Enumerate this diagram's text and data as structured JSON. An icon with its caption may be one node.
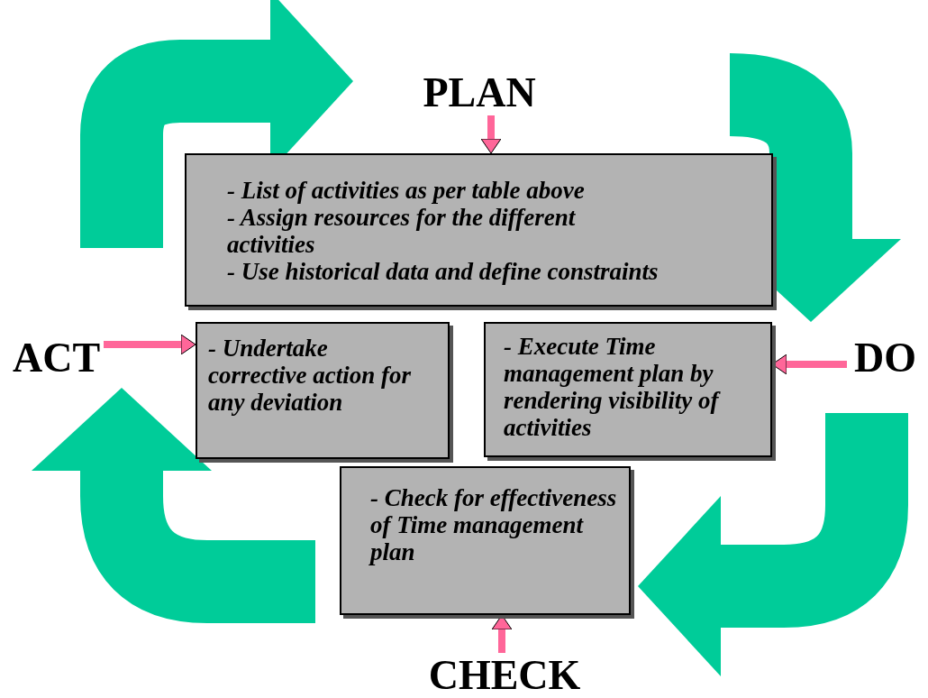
{
  "diagram": {
    "nodes": [
      {
        "text": [
          "PLAN"
        ]
      },
      {
        "text": [
          "- List of activities as per table above",
          "- Assign resources for the different activities",
          "- Use historical data and define constraints"
        ]
      },
      {
        "text": [
          "ACT"
        ]
      },
      {
        "text": [
          "- Undertake corrective action for any deviation"
        ]
      },
      {
        "text": [
          "- Execute Time management plan by rendering visibility of activities"
        ]
      },
      {
        "text": [
          "DO"
        ]
      },
      {
        "text": [
          "- Check for effectiveness of Time management plan"
        ]
      },
      {
        "text": [
          "CHECK"
        ]
      }
    ],
    "edges": [
      {
        "from": 0,
        "to": 1,
        "arrow": "to"
      },
      {
        "from": 2,
        "to": 3,
        "arrow": "to"
      },
      {
        "from": 5,
        "to": 4,
        "arrow": "to"
      },
      {
        "from": 7,
        "to": 6,
        "arrow": "to"
      }
    ]
  }
}
